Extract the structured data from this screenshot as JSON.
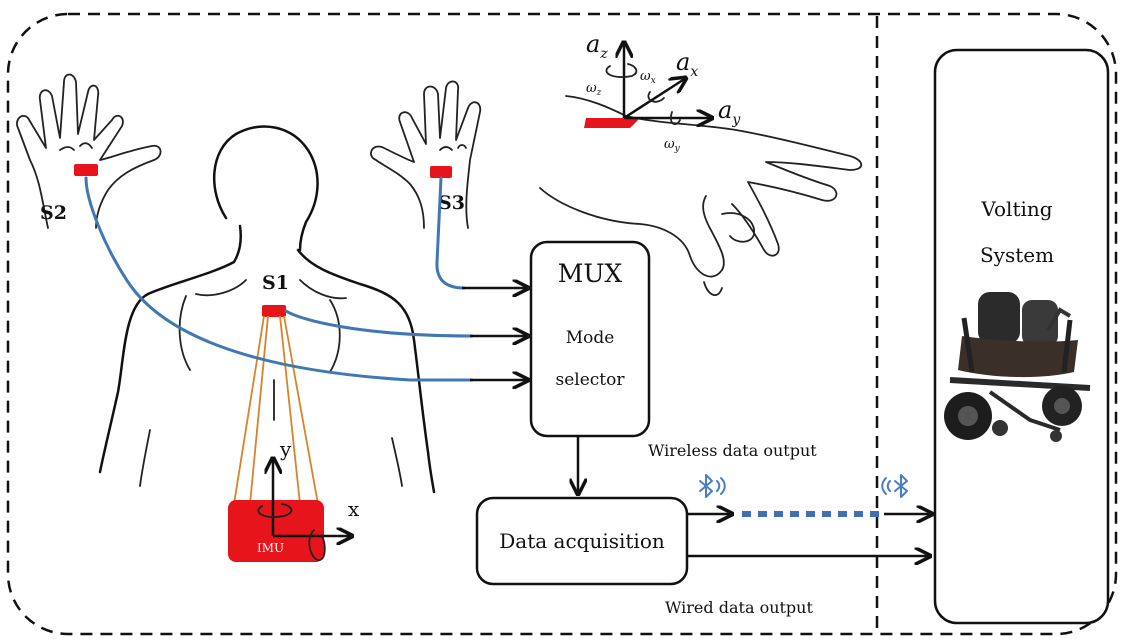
{
  "sensors": {
    "s1": "S1",
    "s2": "S2",
    "s3": "S3"
  },
  "imu": {
    "label": "IMU",
    "axis_x": "x",
    "axis_y": "y"
  },
  "hand_axes": {
    "a_z": "a",
    "a_z_sub": "z",
    "a_x": "a",
    "a_x_sub": "x",
    "a_y": "a",
    "a_y_sub": "y",
    "w_x": "ω",
    "w_x_sub": "x",
    "w_y": "ω",
    "w_y_sub": "y",
    "w_z": "ω",
    "w_z_sub": "z"
  },
  "mux": {
    "title": "MUX",
    "line1": "Mode",
    "line2": "selector"
  },
  "data_acquisition": "Data acquisition",
  "wireless_label": "Wireless data output",
  "wired_label": "Wired data output",
  "volting": {
    "line1": "Volting",
    "line2": "System"
  },
  "colors": {
    "sensor": "#e8141b",
    "cable": "#3f78b3",
    "wires": "#d9822b",
    "bluetooth": "#4a7ec2"
  },
  "icons": [
    "bluetooth-icon",
    "wheelchair-image",
    "hand-icon",
    "back-figure"
  ]
}
